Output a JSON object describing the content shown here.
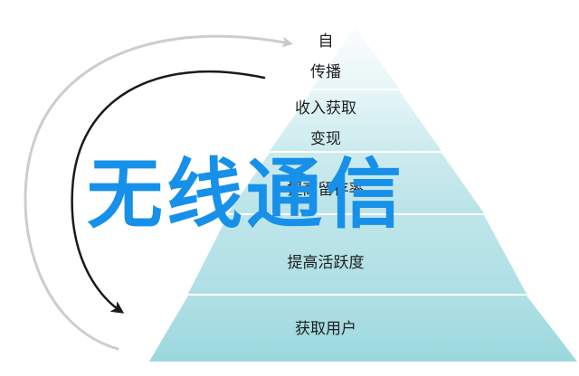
{
  "tiers": [
    {
      "lines": [
        "自",
        "传播"
      ]
    },
    {
      "lines": [
        "收入获取",
        "变现"
      ]
    },
    {
      "lines": [
        "提高留存率"
      ]
    },
    {
      "lines": [
        "提高活跃度"
      ]
    },
    {
      "lines": [
        "获取用户"
      ]
    }
  ],
  "watermark": "无线通信",
  "colors": {
    "tier_fill_light": "#eef8f9",
    "tier_fill_dark": "#a6dde3",
    "tier_divider": "#ffffff",
    "arrow_outer": "#cfcfcf",
    "arrow_inner": "#1a1a1a",
    "watermark": "#1790ea",
    "text": "#1f1f1f"
  }
}
